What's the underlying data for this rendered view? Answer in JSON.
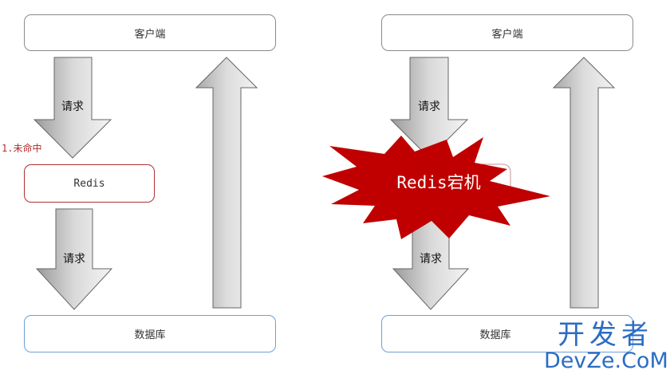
{
  "left": {
    "client_label": "客户端",
    "request_top_label": "请求",
    "miss_note": "1.未命中",
    "redis_label": "Redis",
    "request_bottom_label": "请求",
    "db_label": "数据库"
  },
  "right": {
    "client_label": "客户端",
    "request_top_label": "请求",
    "burst_label": "Redis宕机",
    "request_bottom_label": "请求",
    "db_label": "数据库"
  },
  "watermark": {
    "cn": "开发者",
    "en": "DevZe.CoM"
  },
  "colors": {
    "burst": "#c00000",
    "note": "#b03030",
    "db_border": "#6f9fd6",
    "watermark": "#2b6cc4"
  }
}
